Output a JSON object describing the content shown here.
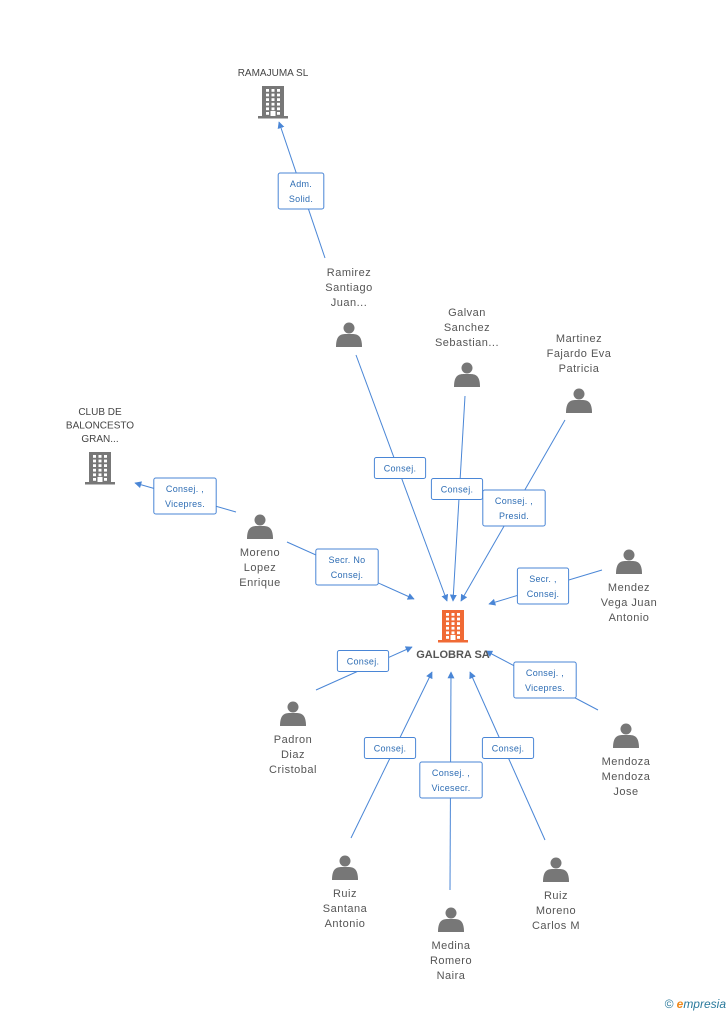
{
  "center": {
    "label": "GALOBRA SA",
    "color": "#f06a35"
  },
  "colors": {
    "edge": "#4a86d6",
    "icon": "#777777"
  },
  "nodes": [
    {
      "id": "ramajuma",
      "type": "company",
      "lines": [
        "RAMAJUMA SL"
      ]
    },
    {
      "id": "club",
      "type": "company",
      "lines": [
        "CLUB DE",
        "BALONCESTO",
        "GRAN..."
      ]
    },
    {
      "id": "ramirez",
      "type": "person",
      "lines": [
        "Ramirez",
        "Santiago",
        "Juan..."
      ]
    },
    {
      "id": "galvan",
      "type": "person",
      "lines": [
        "Galvan",
        "Sanchez",
        "Sebastian..."
      ]
    },
    {
      "id": "martinez",
      "type": "person",
      "lines": [
        "Martinez",
        "Fajardo Eva",
        "Patricia"
      ]
    },
    {
      "id": "moreno",
      "type": "person",
      "lines": [
        "Moreno",
        "Lopez",
        "Enrique"
      ]
    },
    {
      "id": "mendez",
      "type": "person",
      "lines": [
        "Mendez",
        "Vega Juan",
        "Antonio"
      ]
    },
    {
      "id": "padron",
      "type": "person",
      "lines": [
        "Padron",
        "Diaz",
        "Cristobal"
      ]
    },
    {
      "id": "mendoza",
      "type": "person",
      "lines": [
        "Mendoza",
        "Mendoza",
        "Jose"
      ]
    },
    {
      "id": "ruizs",
      "type": "person",
      "lines": [
        "Ruiz",
        "Santana",
        "Antonio"
      ]
    },
    {
      "id": "medina",
      "type": "person",
      "lines": [
        "Medina",
        "Romero",
        "Naira"
      ]
    },
    {
      "id": "ruizm",
      "type": "person",
      "lines": [
        "Ruiz",
        "Moreno",
        "Carlos M"
      ]
    }
  ],
  "edges": [
    {
      "from": "ramirez",
      "to": "ramajuma",
      "lines": [
        "Adm.",
        "Solid."
      ]
    },
    {
      "from": "moreno",
      "to": "club",
      "lines": [
        "Consej. ,",
        "Vicepres."
      ]
    },
    {
      "from": "ramirez",
      "to": "center",
      "lines": [
        "Consej."
      ]
    },
    {
      "from": "galvan",
      "to": "center",
      "lines": [
        "Consej."
      ]
    },
    {
      "from": "martinez",
      "to": "center",
      "lines": [
        "Consej. ,",
        "Presid."
      ]
    },
    {
      "from": "moreno",
      "to": "center",
      "lines": [
        "Secr.  No",
        "Consej."
      ]
    },
    {
      "from": "mendez",
      "to": "center",
      "lines": [
        "Secr. ,",
        "Consej."
      ]
    },
    {
      "from": "padron",
      "to": "center",
      "lines": [
        "Consej."
      ]
    },
    {
      "from": "mendoza",
      "to": "center",
      "lines": [
        "Consej. ,",
        "Vicepres."
      ]
    },
    {
      "from": "ruizs",
      "to": "center",
      "lines": [
        "Consej."
      ]
    },
    {
      "from": "medina",
      "to": "center",
      "lines": [
        "Consej. ,",
        "Vicesecr."
      ]
    },
    {
      "from": "ruizm",
      "to": "center",
      "lines": [
        "Consej."
      ]
    }
  ],
  "watermark": {
    "copyright": "©",
    "brand_first": "e",
    "brand_rest": "mpresia"
  }
}
